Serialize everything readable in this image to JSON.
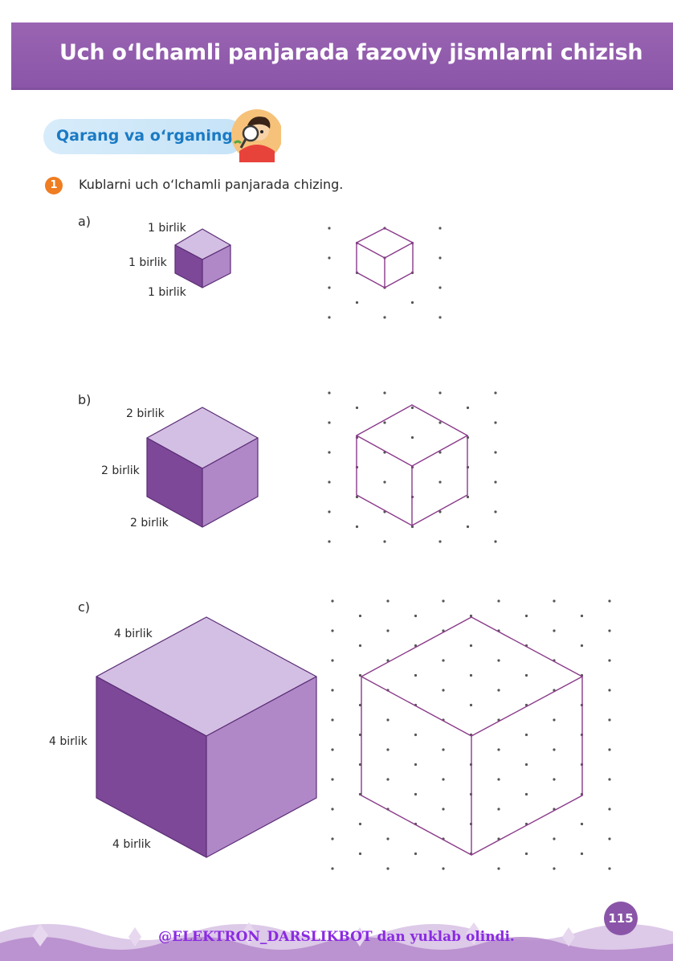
{
  "header": {
    "title": "Uch o‘lchamli panjarada fazoviy jismlarni chizish"
  },
  "section": {
    "label": "Qarang va o‘rganing"
  },
  "task": {
    "number": "1",
    "instruction": "Kublarni uch o‘lchamli panjarada chizing."
  },
  "parts": [
    {
      "letter": "a)",
      "top": "1 birlik",
      "side": "1 birlik",
      "bottom": "1 birlik"
    },
    {
      "letter": "b)",
      "top": "2 birlik",
      "side": "2 birlik",
      "bottom": "2 birlik"
    },
    {
      "letter": "c)",
      "top": "4 birlik",
      "side": "4 birlik",
      "bottom": "4 birlik"
    }
  ],
  "footer": {
    "page_number": "115",
    "source_text": "@ELEKTRON_DARSLIKBOT dan yuklab olindi."
  },
  "colors": {
    "title_band": "#8a55a8",
    "cube_top": "#d3bfe3",
    "cube_left": "#7d4898",
    "cube_right": "#b088c8",
    "grid_line": "#8a3a8a",
    "section_text": "#1a7ac4",
    "task_badge": "#ef7d22"
  }
}
